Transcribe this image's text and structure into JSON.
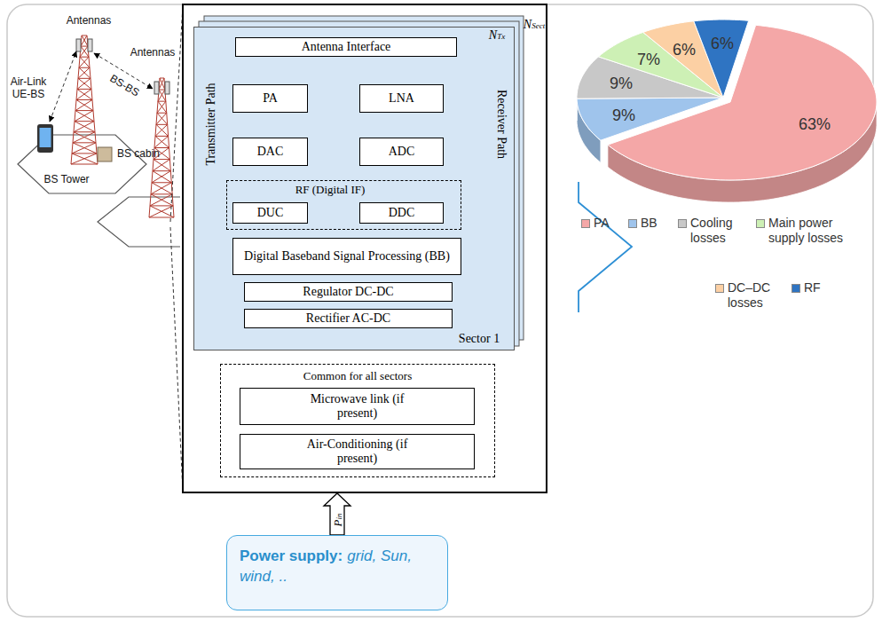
{
  "diagram": {
    "nodes": [
      {
        "text": [
          "NSect"
        ]
      },
      {
        "text": [
          "NTx",
          "Transmitter Path",
          "Receiver Path",
          "Sector 1"
        ],
        "in": 0
      },
      {
        "text": [
          "Antenna Interface"
        ],
        "in": 1
      },
      {
        "text": [
          "PA"
        ],
        "in": 1
      },
      {
        "text": [
          "LNA"
        ],
        "in": 1
      },
      {
        "text": [
          "DAC"
        ],
        "in": 1
      },
      {
        "text": [
          "ADC"
        ],
        "in": 1
      },
      {
        "text": [
          "RF (Digital IF)"
        ],
        "in": 1
      },
      {
        "text": [
          "DUC"
        ],
        "in": 7
      },
      {
        "text": [
          "DDC"
        ],
        "in": 7
      },
      {
        "text": [
          "Digital Baseband Signal Processing (BB)"
        ],
        "in": 1
      },
      {
        "text": [
          "Regulator DC-DC"
        ],
        "in": 1
      },
      {
        "text": [
          "Rectifier AC-DC"
        ],
        "in": 1
      },
      {
        "text": [
          "Common for all sectors"
        ],
        "in": 0
      },
      {
        "text": [
          "Microwave link (if present)"
        ],
        "in": 13
      },
      {
        "text": [
          "Air-Conditioning (if present)"
        ],
        "in": 13
      },
      {
        "text": [
          "Power supply:",
          "grid, Sun, wind, .."
        ]
      }
    ],
    "edges": [
      {
        "from": 8,
        "to": 5,
        "arrow": "to"
      },
      {
        "from": 5,
        "to": 3,
        "arrow": "to"
      },
      {
        "from": 3,
        "to": 2,
        "arrow": "to"
      },
      {
        "from": 2,
        "to": 4,
        "arrow": "to"
      },
      {
        "from": 4,
        "to": 6,
        "arrow": "to"
      },
      {
        "from": 6,
        "to": 9,
        "arrow": "to"
      },
      {
        "from": 16,
        "to": 0,
        "label": "Pin",
        "arrow": "to"
      }
    ],
    "labels": [
      "Antennas",
      "Antennas",
      "Air-Link UE-BS",
      "BS-BS",
      "BS cabin",
      "BS Tower",
      "63%",
      "9%",
      "9%",
      "7%",
      "6%",
      "6%"
    ],
    "legend": [
      {
        "text": "PA",
        "color": "#f4a7a7"
      },
      {
        "text": "BB",
        "color": "#9fc4ec"
      },
      {
        "text": "Cooling losses",
        "color": "#c8c8c8"
      },
      {
        "text": "Main power supply losses",
        "color": "#cdf0b5"
      },
      {
        "text": "DC–DC losses",
        "color": "#fcd0a4"
      },
      {
        "text": "RF",
        "color": "#2f74c2"
      }
    ]
  }
}
